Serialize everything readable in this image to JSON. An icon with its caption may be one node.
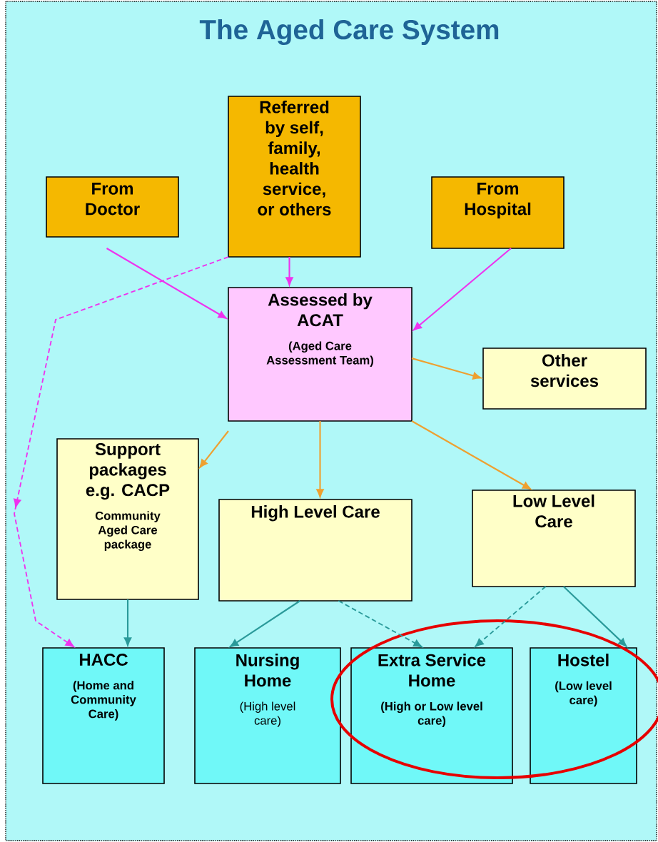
{
  "diagram": {
    "title": "The Aged Care System",
    "nodes": [
      {
        "text": [
          "From Doctor"
        ]
      },
      {
        "text": [
          "Referred by self, family, health service, or others"
        ]
      },
      {
        "text": [
          "From Hospital"
        ]
      },
      {
        "text": [
          "Assessed by ACAT",
          "(Aged Care Assessment Team)"
        ]
      },
      {
        "text": [
          "Other services"
        ]
      },
      {
        "text": [
          "Support packages e.g. CACP",
          "Community Aged Care package"
        ]
      },
      {
        "text": [
          "High Level Care"
        ]
      },
      {
        "text": [
          "Low Level Care"
        ]
      },
      {
        "text": [
          "HACC",
          "(Home and Community Care)"
        ]
      },
      {
        "text": [
          "Nursing Home",
          "(High level care)"
        ]
      },
      {
        "text": [
          "Extra Service Home",
          "(High or Low level care)"
        ]
      },
      {
        "text": [
          "Hostel",
          "(Low level care)"
        ]
      }
    ],
    "edges": [
      {
        "from": 0,
        "to": 3,
        "arrow": "to",
        "color": "#ee33ee"
      },
      {
        "from": 1,
        "to": 3,
        "arrow": "to",
        "color": "#ee33ee"
      },
      {
        "from": 2,
        "to": 3,
        "arrow": "to",
        "color": "#ee33ee"
      },
      {
        "from": 1,
        "to": 8,
        "arrow": "to",
        "style": "dashed",
        "color": "#ee33ee"
      },
      {
        "from": 3,
        "to": 4,
        "arrow": "to",
        "color": "#eea030"
      },
      {
        "from": 3,
        "to": 5,
        "arrow": "to",
        "color": "#eea030"
      },
      {
        "from": 3,
        "to": 6,
        "arrow": "to",
        "color": "#eea030"
      },
      {
        "from": 3,
        "to": 7,
        "arrow": "to",
        "color": "#eea030"
      },
      {
        "from": 5,
        "to": 8,
        "arrow": "to",
        "color": "#2a9a9a"
      },
      {
        "from": 6,
        "to": 9,
        "arrow": "to",
        "color": "#2a9a9a"
      },
      {
        "from": 6,
        "to": 10,
        "arrow": "to",
        "style": "dashed",
        "color": "#2a9a9a"
      },
      {
        "from": 7,
        "to": 10,
        "arrow": "to",
        "style": "dashed",
        "color": "#2a9a9a"
      },
      {
        "from": 7,
        "to": 11,
        "arrow": "to",
        "color": "#2a9a9a"
      }
    ]
  }
}
